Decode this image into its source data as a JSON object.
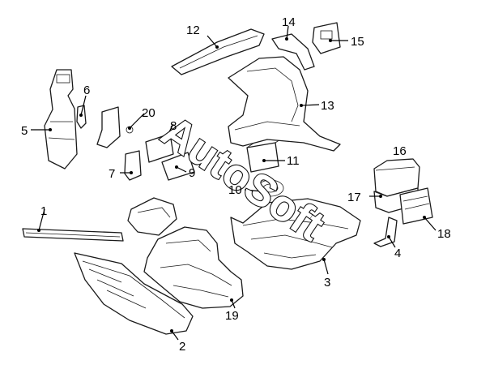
{
  "diagram": {
    "callouts": [
      {
        "id": "1",
        "label": "1"
      },
      {
        "id": "2",
        "label": "2"
      },
      {
        "id": "3",
        "label": "3"
      },
      {
        "id": "4",
        "label": "4"
      },
      {
        "id": "5",
        "label": "5"
      },
      {
        "id": "6",
        "label": "6"
      },
      {
        "id": "7",
        "label": "7"
      },
      {
        "id": "8",
        "label": "8"
      },
      {
        "id": "9",
        "label": "9"
      },
      {
        "id": "10",
        "label": "10"
      },
      {
        "id": "11",
        "label": "11"
      },
      {
        "id": "12",
        "label": "12"
      },
      {
        "id": "13",
        "label": "13"
      },
      {
        "id": "14",
        "label": "14"
      },
      {
        "id": "15",
        "label": "15"
      },
      {
        "id": "16",
        "label": "16"
      },
      {
        "id": "17",
        "label": "17"
      },
      {
        "id": "18",
        "label": "18"
      },
      {
        "id": "19",
        "label": "19"
      },
      {
        "id": "20",
        "label": "20"
      }
    ],
    "watermark": "AutoSoft"
  }
}
